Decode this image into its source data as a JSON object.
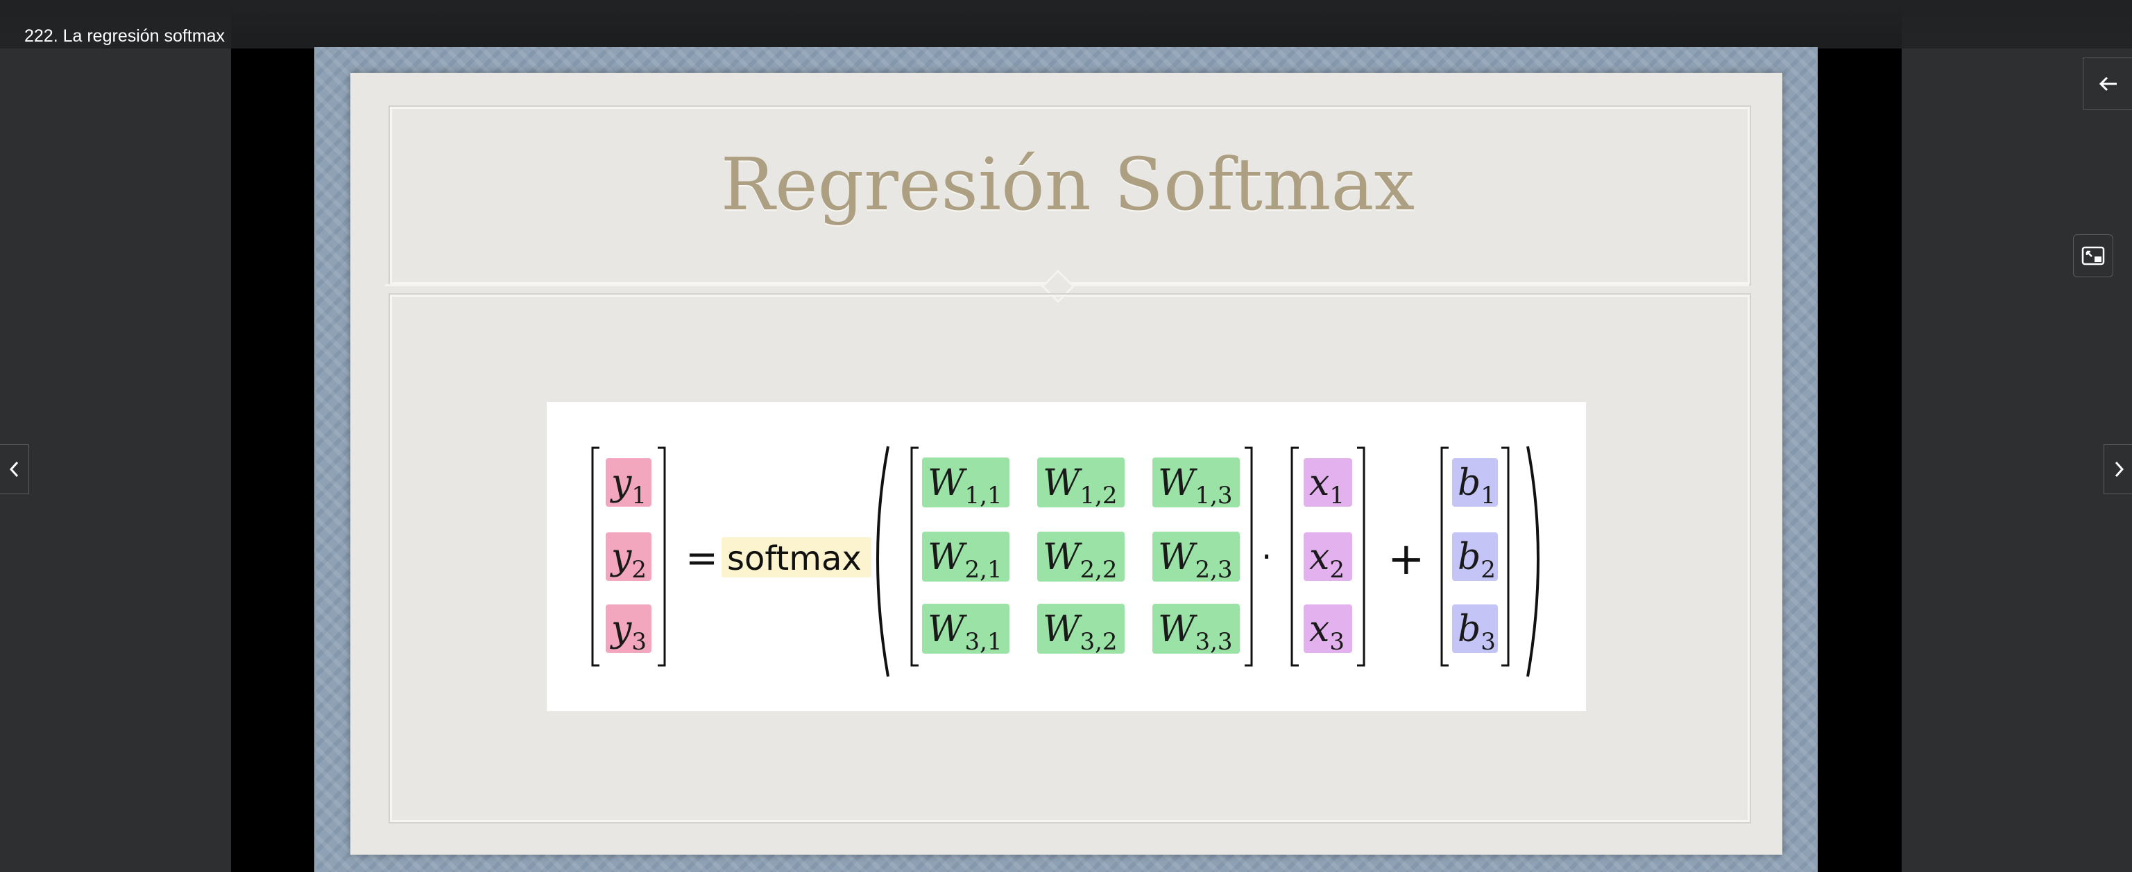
{
  "lecture": {
    "title": "222. La regresión softmax"
  },
  "slide": {
    "title": "Regresión Softmax",
    "equation": {
      "y": [
        {
          "base": "y",
          "sub": "1"
        },
        {
          "base": "y",
          "sub": "2"
        },
        {
          "base": "y",
          "sub": "3"
        }
      ],
      "equals": "=",
      "function_name": "softmax",
      "W": [
        [
          {
            "base": "W",
            "sub": "1,1"
          },
          {
            "base": "W",
            "sub": "1,2"
          },
          {
            "base": "W",
            "sub": "1,3"
          }
        ],
        [
          {
            "base": "W",
            "sub": "2,1"
          },
          {
            "base": "W",
            "sub": "2,2"
          },
          {
            "base": "W",
            "sub": "2,3"
          }
        ],
        [
          {
            "base": "W",
            "sub": "3,1"
          },
          {
            "base": "W",
            "sub": "3,2"
          },
          {
            "base": "W",
            "sub": "3,3"
          }
        ]
      ],
      "dot": "·",
      "x": [
        {
          "base": "x",
          "sub": "1"
        },
        {
          "base": "x",
          "sub": "2"
        },
        {
          "base": "x",
          "sub": "3"
        }
      ],
      "plus": "+",
      "b": [
        {
          "base": "b",
          "sub": "1"
        },
        {
          "base": "b",
          "sub": "2"
        },
        {
          "base": "b",
          "sub": "3"
        }
      ]
    },
    "colors": {
      "y_cell": "#f2a7bf",
      "softmax_highlight": "#fbf4cf",
      "w_cell": "#9ae2a5",
      "x_cell": "#e2b1ee",
      "b_cell": "#c5c4f7",
      "title": "#ad9f82"
    }
  },
  "controls": {
    "prev_icon": "chevron-left-icon",
    "next_icon": "chevron-right-icon",
    "back_icon": "arrow-left-icon",
    "picture_in_picture_icon": "picture-in-picture-icon"
  }
}
